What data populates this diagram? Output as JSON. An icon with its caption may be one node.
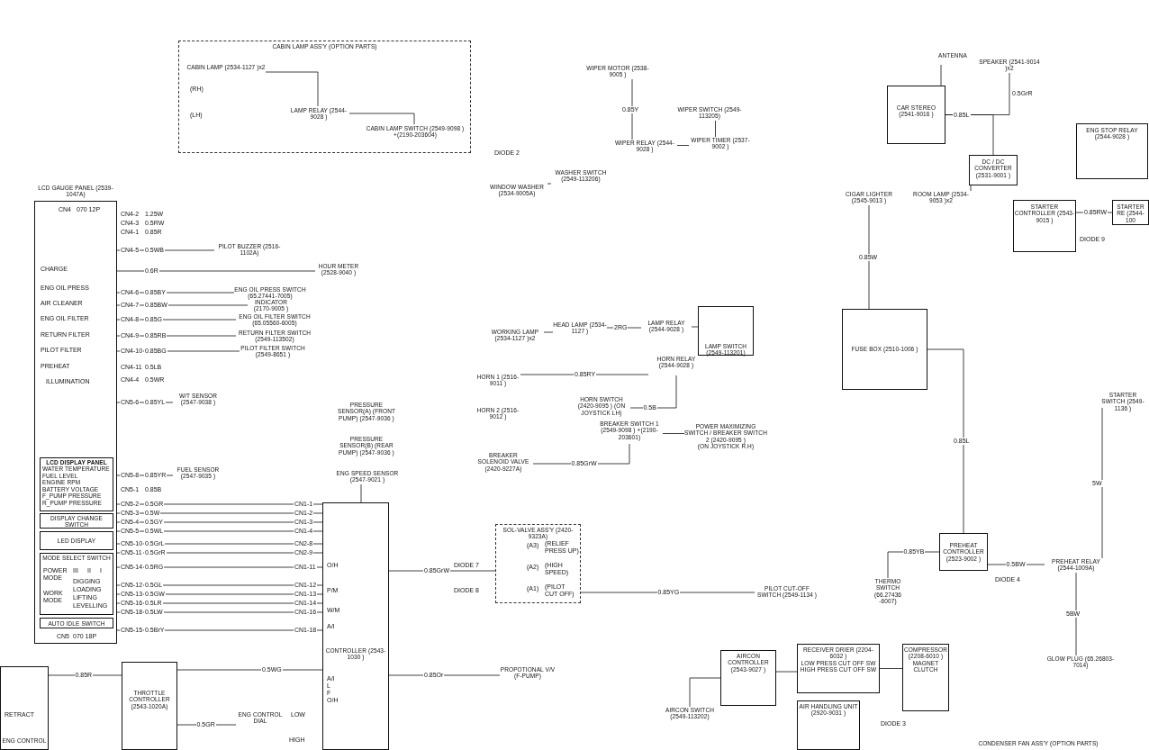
{
  "diagram": {
    "nodes": [
      {
        "text": [
          "CABIN LAMP ASS'Y (OPTION PARTS)"
        ]
      },
      {
        "text": [
          "CABIN LAMP (2534-1127 )x2"
        ],
        "in": 0
      },
      {
        "text": [
          "LAMP RELAY (2544-9028 )"
        ],
        "in": 0
      },
      {
        "text": [
          "CABIN LAMP SWITCH (2549-9098 ) +(2190-203604)"
        ],
        "in": 0
      },
      {
        "text": [
          "WINDOW WASHER (2534-9005A)"
        ]
      },
      {
        "text": [
          "WASHER SWITCH (2549-113206)"
        ]
      },
      {
        "text": [
          "WIPER MOTOR (2538-9005 )"
        ]
      },
      {
        "text": [
          "WIPER RELAY (2544-9028 )"
        ]
      },
      {
        "text": [
          "WIPER SWITCH (2549-113205)"
        ]
      },
      {
        "text": [
          "WIPER TIMER (2537-9002 )"
        ]
      },
      {
        "text": [
          "CAR STEREO (2541-9016 )"
        ]
      },
      {
        "text": [
          "ANTENNA"
        ]
      },
      {
        "text": [
          "SPEAKER (2541-9014 )x2"
        ]
      },
      {
        "text": [
          "DC / DC CONVERTER (2531-9001 )"
        ]
      },
      {
        "text": [
          "ENG STOP RELAY (2544-9028 )"
        ]
      },
      {
        "text": [
          "CIGAR LIGHTER (2545-9013 )"
        ]
      },
      {
        "text": [
          "ROOM LAMP (2534-9053 )x2"
        ]
      },
      {
        "text": [
          "STARTER CONTROLLER (2543-9015 )"
        ]
      },
      {
        "text": [
          "STARTER RE (2544-100"
        ]
      },
      {
        "text": [
          "FUSE BOX (2510-1006 )"
        ]
      },
      {
        "text": [
          "STARTER SWITCH (2549-1136 )"
        ]
      },
      {
        "text": [
          "LCD GAUGE PANEL (2539-1047A)"
        ]
      },
      {
        "text": [
          "LCD DISPLAY PANEL",
          "WATER TEMPERATURE",
          "FUEL LEVEL",
          "ENGINE RPM",
          "BATTERY VOLTAGE",
          "F_PUMP PRESSURE",
          "R_PUMP PRESSURE"
        ],
        "in": 21
      },
      {
        "text": [
          "DISPLAY CHANGE SWITCH"
        ],
        "in": 21
      },
      {
        "text": [
          "LED DISPLAY"
        ],
        "in": 21
      },
      {
        "text": [
          "MODE SELECT SWITCH"
        ],
        "in": 21
      },
      {
        "text": [
          "AUTO IDLE SWITCH"
        ],
        "in": 21
      },
      {
        "text": [
          "PILOT BUZZER (2516-1102A)"
        ]
      },
      {
        "text": [
          "HOUR METER (2528-9040 )"
        ]
      },
      {
        "text": [
          "ENG OIL PRESS SWITCH (65.27441-7005)"
        ]
      },
      {
        "text": [
          "INDICATOR (2170-9005 )"
        ]
      },
      {
        "text": [
          "ENG OIL FILTER SWITCH (65.05560-6005)"
        ]
      },
      {
        "text": [
          "RETURN FILTER SWITCH (2549-113502)"
        ]
      },
      {
        "text": [
          "PILOT FILTER SWITCH (2549-8651 )"
        ]
      },
      {
        "text": [
          "W/T SENSOR (2547-9038 )"
        ]
      },
      {
        "text": [
          "FUEL SENSOR (2547-9035 )"
        ]
      },
      {
        "text": [
          "PRESSURE SENSOR(A) (FRONT PUMP) (2547-9036 )"
        ]
      },
      {
        "text": [
          "PRESSURE SENSOR(B) (REAR PUMP) (2547-9036 )"
        ]
      },
      {
        "text": [
          "ENG SPEED SENSOR (2547-9021 )"
        ]
      },
      {
        "text": [
          "CONTROLLER (2543-1030 )"
        ]
      },
      {
        "text": [
          "THROTTLE CONTROLLER (2543-1020A)"
        ]
      },
      {
        "text": [
          "ENG CONTROL DIAL"
        ]
      },
      {
        "text": [
          "ENG CONTROL"
        ]
      },
      {
        "text": [
          "WORKING LAMP (2534-1127 )x2"
        ]
      },
      {
        "text": [
          "HEAD LAMP (2534-1127 )"
        ]
      },
      {
        "text": [
          "LAMP RELAY (2544-9028 )"
        ]
      },
      {
        "text": [
          "LAMP SWITCH (2549-113201)"
        ]
      },
      {
        "text": [
          "HORN 1 (2516-9011 )"
        ]
      },
      {
        "text": [
          "HORN 2 (2516-9012 )"
        ]
      },
      {
        "text": [
          "HORN SWITCH (2420-9095 ) (ON JOYSTICK LH)"
        ]
      },
      {
        "text": [
          "HORN RELAY (2544-9028 )"
        ]
      },
      {
        "text": [
          "BREAKER SWITCH 1 (2549-9098 ) +(2190-203601)"
        ]
      },
      {
        "text": [
          "POWER MAXIMIZING SWITCH / BREAKER SWITCH 2 (2420-9095 )",
          "(ON JOYSTICK R.H)"
        ]
      },
      {
        "text": [
          "BREAKER SOLENOID VALVE (2420-9227A)"
        ]
      },
      {
        "text": [
          "SOL-VALVE ASS'Y (2420-9323A)"
        ]
      },
      {
        "text": [
          "PROPOTIONAL V/V (F-PUMP)"
        ]
      },
      {
        "text": [
          "PILOT CUT-OFF SWITCH (2549-1134 )"
        ]
      },
      {
        "text": [
          "PREHEAT CONTROLLER (2523-9002 )"
        ]
      },
      {
        "text": [
          "THERMO SWITCH (66.27436 -6007)"
        ]
      },
      {
        "text": [
          "PREHEAT RELAY (2544-1009A)"
        ]
      },
      {
        "text": [
          "GLOW PLUG (65.26803-7014)"
        ]
      },
      {
        "text": [
          "AIRCON CONTROLLER (2543-9027 )"
        ]
      },
      {
        "text": [
          "AIRCON SWITCH (2549-113202)"
        ]
      },
      {
        "text": [
          "RECEIVER DRIER (2204-6032 )",
          "LOW PRESS CUT OFF SW",
          "HIGH PRESS CUT OFF SW"
        ]
      },
      {
        "text": [
          "COMPRESSOR (2208-6010 )",
          "MAGNET CLUTCH"
        ]
      },
      {
        "text": [
          "AIR HANDLING UNIT (2920-9031 )"
        ]
      },
      {
        "text": [
          "CONDENSER FAN ASS'Y (OPTION PARTS)"
        ]
      }
    ],
    "edges": [
      {
        "from": 1,
        "to": 2,
        "arrow": "none"
      },
      {
        "from": 2,
        "to": 3,
        "arrow": "none"
      },
      {
        "from": 4,
        "to": 5,
        "arrow": "none"
      },
      {
        "from": 6,
        "to": 7,
        "label": "0.85Y",
        "arrow": "none"
      },
      {
        "from": 7,
        "to": 9,
        "arrow": "none"
      },
      {
        "from": 8,
        "to": 9,
        "arrow": "none"
      },
      {
        "from": 11,
        "to": 10,
        "arrow": "none"
      },
      {
        "from": 10,
        "to": 12,
        "label": "0.5GrR",
        "arrow": "none"
      },
      {
        "from": 10,
        "to": 13,
        "label": "0.85L",
        "arrow": "none"
      },
      {
        "from": 13,
        "to": 16,
        "arrow": "none"
      },
      {
        "from": 15,
        "to": 19,
        "label": "0.85W",
        "arrow": "none"
      },
      {
        "from": 17,
        "to": 18,
        "label": "0.85RW",
        "arrow": "none"
      },
      {
        "from": 21,
        "to": 27,
        "label": "0.5WB",
        "arrow": "none"
      },
      {
        "from": 21,
        "to": 28,
        "label": "0.6R",
        "arrow": "none"
      },
      {
        "from": 21,
        "to": 29,
        "label": "0.85BY",
        "arrow": "none"
      },
      {
        "from": 21,
        "to": 30,
        "label": "0.85BW",
        "arrow": "none"
      },
      {
        "from": 21,
        "to": 31,
        "label": "0.85G",
        "arrow": "none"
      },
      {
        "from": 21,
        "to": 32,
        "label": "0.85RB",
        "arrow": "none"
      },
      {
        "from": 21,
        "to": 33,
        "label": "0.85BG",
        "arrow": "none"
      },
      {
        "from": 21,
        "to": 34,
        "label": "0.85YL",
        "arrow": "none"
      },
      {
        "from": 21,
        "to": 35,
        "label": "0.85YR",
        "arrow": "none"
      },
      {
        "from": 21,
        "to": 39,
        "label": "0.5GR",
        "arrow": "none"
      },
      {
        "from": 21,
        "to": 39,
        "label": "0.5W",
        "arrow": "none"
      },
      {
        "from": 21,
        "to": 39,
        "label": "0.5GY",
        "arrow": "none"
      },
      {
        "from": 21,
        "to": 39,
        "label": "0.5WL",
        "arrow": "none"
      },
      {
        "from": 21,
        "to": 39,
        "label": "0.5GrL",
        "arrow": "none"
      },
      {
        "from": 21,
        "to": 39,
        "label": "0.5GrR",
        "arrow": "none"
      },
      {
        "from": 21,
        "to": 39,
        "label": "0.5RG",
        "arrow": "none"
      },
      {
        "from": 21,
        "to": 39,
        "label": "0.5GL",
        "arrow": "none"
      },
      {
        "from": 21,
        "to": 39,
        "label": "0.5GW",
        "arrow": "none"
      },
      {
        "from": 21,
        "to": 39,
        "label": "0.5LR",
        "arrow": "none"
      },
      {
        "from": 21,
        "to": 39,
        "label": "0.5LW",
        "arrow": "none"
      },
      {
        "from": 21,
        "to": 39,
        "label": "0.5BrY",
        "arrow": "none"
      },
      {
        "from": 38,
        "to": 39,
        "arrow": "none"
      },
      {
        "from": 40,
        "to": 39,
        "label": "0.5WG",
        "arrow": "none"
      },
      {
        "from": 42,
        "to": 40,
        "label": "0.85R",
        "arrow": "none"
      },
      {
        "from": 40,
        "to": 41,
        "label": "0.5GR",
        "arrow": "none"
      },
      {
        "from": 43,
        "to": 44,
        "arrow": "none"
      },
      {
        "from": 44,
        "to": 45,
        "label": "2RG",
        "arrow": "none"
      },
      {
        "from": 45,
        "to": 46,
        "arrow": "none"
      },
      {
        "from": 47,
        "to": 50,
        "label": "0.85RY",
        "arrow": "none"
      },
      {
        "from": 49,
        "to": 50,
        "label": "0.5B",
        "arrow": "none"
      },
      {
        "from": 53,
        "to": 51,
        "label": "0.85GrW",
        "arrow": "none"
      },
      {
        "from": 51,
        "to": 52,
        "arrow": "none"
      },
      {
        "from": 39,
        "to": 54,
        "label": "0.85GrW",
        "arrow": "none"
      },
      {
        "from": 39,
        "to": 55,
        "label": "0.85Or",
        "arrow": "none"
      },
      {
        "from": 54,
        "to": 56,
        "label": "0.85YG",
        "arrow": "none"
      },
      {
        "from": 57,
        "to": 58,
        "label": "0.85YB",
        "arrow": "none"
      },
      {
        "from": 57,
        "to": 59,
        "label": "0.5BW",
        "arrow": "none"
      },
      {
        "from": 59,
        "to": 60,
        "label": "5BW",
        "arrow": "none"
      },
      {
        "from": 61,
        "to": 62,
        "arrow": "none"
      },
      {
        "from": 61,
        "to": 63,
        "arrow": "none"
      },
      {
        "from": 63,
        "to": 64,
        "arrow": "none"
      },
      {
        "from": 19,
        "to": 57,
        "label": "0.85L",
        "arrow": "none"
      },
      {
        "from": 20,
        "to": 59,
        "label": "5W",
        "arrow": "none"
      }
    ],
    "labels": [
      "(RH)",
      "(LH)",
      "DIODE 2",
      "CN4",
      "070 12P",
      "CN4-2",
      "1.25W",
      "CN4-3",
      "0.5RW",
      "CN4-1",
      "0.85R",
      "CN4-5",
      "CN4-6",
      "CN4-7",
      "CN4-8",
      "CN4-9",
      "CN4-10",
      "CN4-11",
      "0.5LB",
      "CN4-4",
      "0.5WR",
      "CHARGE",
      "ENG OIL PRESS",
      "AIR CLEANER",
      "ENG OIL FILTER",
      "RETURN FILTER",
      "PILOT FILTER",
      "PREHEAT",
      "ILLUMINATION",
      "CN5-6",
      "CN5-8",
      "CN5-1",
      "0.85B",
      "CN5-2",
      "CN5-3",
      "CN5-4",
      "CN5-5",
      "CN5-10",
      "CN5-11",
      "CN5-14",
      "CN5-12",
      "CN5-13",
      "CN5-16",
      "CN5-18",
      "CN5-15",
      "CN1-1",
      "CN1-2",
      "CN1-3",
      "CN1-4",
      "CN2-8",
      "CN2-9",
      "CN1-11",
      "CN1-12",
      "CN1-13",
      "CN1-14",
      "CN1-16",
      "CN1-18",
      "POWER MODE",
      "III",
      "II",
      "I",
      "WORK MODE",
      "DIGGING",
      "LOADING",
      "LIFTING",
      "LEVELLING",
      "CN5",
      "070 18P",
      "O/H",
      "P/M",
      "W/M",
      "A/I",
      "A/I",
      "L",
      "F",
      "O/H",
      "LOW",
      "HIGH",
      "RETRACT",
      "DIODE 7",
      "DIODE 8",
      "(A3)",
      "(RELIEF PRESS UP)",
      "(A2)",
      "(HIGH SPEED)",
      "(A1)",
      "(PILOT CUT OFF)",
      "DIODE 4",
      "DIODE 9",
      "DIODE 3"
    ]
  }
}
